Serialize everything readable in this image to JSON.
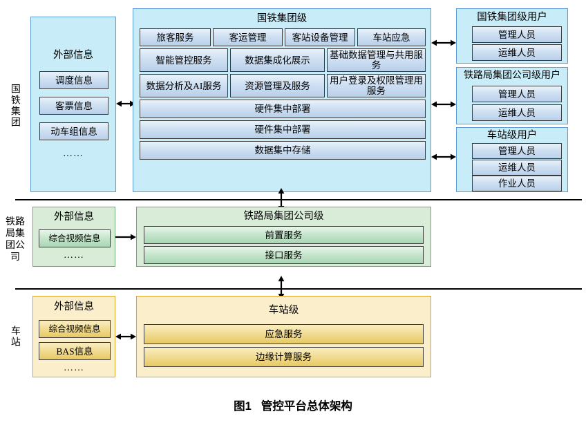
{
  "figure": {
    "caption_number": "图1",
    "caption_title": "管控平台总体架构"
  },
  "colors": {
    "blue_panel_bg": "#c9ecf9",
    "blue_panel_border": "#5b9bd5",
    "green_panel_bg": "#d8ecd8",
    "green_panel_border": "#6fa86f",
    "yellow_panel_bg": "#fbeecb",
    "yellow_panel_border": "#d9a42b",
    "chip_border": "#333333",
    "separator": "#000000"
  },
  "tiers": [
    {
      "id": "guotie",
      "label": "国铁集团"
    },
    {
      "id": "tieluju",
      "label": "铁路局集团公司"
    },
    {
      "id": "chezhan",
      "label": "车站"
    }
  ],
  "guotie": {
    "external": {
      "title": "外部信息",
      "items": [
        "调度信息",
        "客票信息",
        "动车组信息"
      ],
      "ellipsis": "……"
    },
    "platform": {
      "title": "国铁集团级",
      "row1": [
        "旅客服务",
        "客运管理",
        "客站设备管理",
        "车站应急"
      ],
      "row2": [
        "智能管控服务",
        "数据集成化展示",
        "基础数据管理与共用服务"
      ],
      "row3": [
        "数据分析及AI服务",
        "资源管理及服务",
        "用户登录及权限管理用服务"
      ],
      "row4": [
        "硬件集中部署"
      ],
      "row5": [
        "硬件集中部署"
      ],
      "row6": [
        "数据集中存储"
      ]
    },
    "users": [
      {
        "title": "国铁集团级用户",
        "roles": [
          "管理人员",
          "运维人员"
        ]
      },
      {
        "title": "铁路局集团公司级用户",
        "roles": [
          "管理人员",
          "运维人员"
        ]
      },
      {
        "title": "车站级用户",
        "roles": [
          "管理人员",
          "运维人员",
          "作业人员"
        ]
      }
    ]
  },
  "tieluju": {
    "external": {
      "title": "外部信息",
      "items": [
        "综合视频信息"
      ],
      "ellipsis": "……"
    },
    "platform": {
      "title": "铁路局集团公司级",
      "services": [
        "前置服务",
        "接口服务"
      ]
    }
  },
  "chezhan": {
    "external": {
      "title": "外部信息",
      "items": [
        "综合视频信息",
        "BAS信息"
      ],
      "ellipsis": "……"
    },
    "platform": {
      "title": "车站级",
      "services": [
        "应急服务",
        "边缘计算服务"
      ]
    }
  },
  "arrows": {
    "guotie_ext_to_platform": "double-arrow-horizontal",
    "guotie_platform_to_user1": "double-arrow-horizontal",
    "guotie_platform_to_user2": "double-arrow-horizontal",
    "guotie_platform_to_user3": "double-arrow-horizontal",
    "guotie_to_tieluju": "double-arrow-vertical",
    "tieluju_ext_to_platform": "single-arrow-right",
    "tieluju_to_chezhan": "double-arrow-vertical",
    "chezhan_ext_to_platform": "double-arrow-horizontal"
  }
}
